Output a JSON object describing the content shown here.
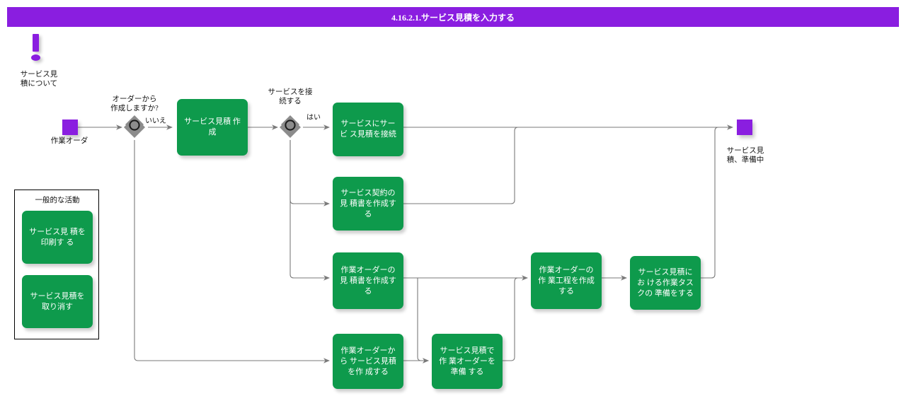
{
  "header": {
    "title": "4.16.2.1.サービス見積を入力する",
    "banner_color": "#8A1EE0",
    "text_color": "#FFFFFF"
  },
  "colors": {
    "process_green": "#0E9A4C",
    "terminator_purple": "#8A1EE0",
    "decision_gray": "#8C8C8C",
    "connector_gray": "#7A7A7A",
    "text_dark": "#111111"
  },
  "info": {
    "icon": "exclamation-icon",
    "label": "サービス見\n積について"
  },
  "common_panel": {
    "title": "一般的な活動",
    "items": [
      {
        "label": "サービス見\n積を印刷す る"
      },
      {
        "label": "サービス見積を\n取り消す"
      }
    ]
  },
  "nodes": {
    "start": {
      "label": "作業オーダ",
      "type": "terminator"
    },
    "end": {
      "label": "サービス見\n積、準備中",
      "type": "terminator"
    },
    "decision1": {
      "label": "オーダーから\n作成しますか?",
      "type": "decision"
    },
    "decision2": {
      "label": "サービスを接\n続する",
      "type": "decision"
    },
    "p_create_quote": {
      "label": "サービス見積 作成"
    },
    "p_attach_service": {
      "label": "サービスにサービ\nス見積を接続"
    },
    "p_contract_quote": {
      "label": "サービス契約の見\n積書を作成する"
    },
    "p_wo_quote": {
      "label": "作業オーダーの見\n積書を作成する"
    },
    "p_quote_from_wo": {
      "label": "作業オーダーから\nサービス見積を作\n成する"
    },
    "p_prepare_wo": {
      "label": "サービス見積で作\n業オーダーを準備\nする"
    },
    "p_wo_operations": {
      "label": "作業オーダーの作\n業工程を作成する"
    },
    "p_prepare_tasks": {
      "label": "サービス見積にお\nける作業タスクの\n準備をする"
    }
  },
  "edge_labels": {
    "no": "いいえ",
    "yes": "はい"
  }
}
